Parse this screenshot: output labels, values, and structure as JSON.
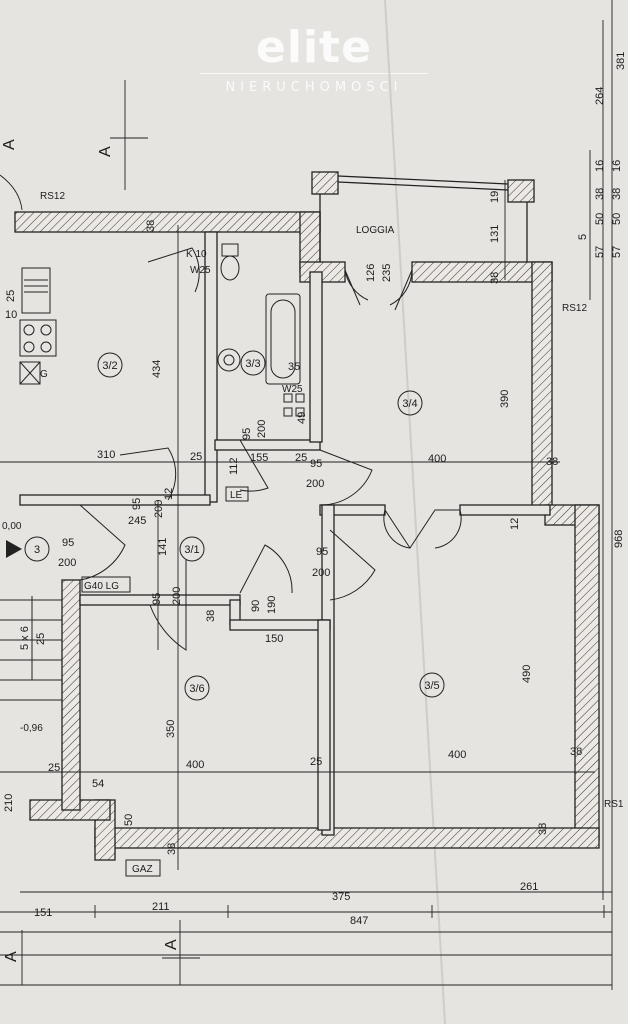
{
  "watermark": {
    "brand": "elite",
    "sub": "NIERUCHOMOSCI"
  },
  "rooms": {
    "r32": "3/2",
    "r33": "3/3",
    "r34": "3/4",
    "r31": "3/1",
    "r36": "3/6",
    "r35": "3/5",
    "r3": "3"
  },
  "labels": {
    "loggia": "LOGGIA",
    "rs12": "RS12",
    "rs1": "RS1",
    "k10": "K 10",
    "w25": "W25",
    "w25b": "W25",
    "le": "LE",
    "g40lg": "G40 LG",
    "gaz": "GAZ",
    "g": "G",
    "a": "A",
    "a2": "A",
    "a3": "A",
    "a4": "A",
    "val000": "0,00",
    "valm096": "-0,96"
  },
  "dims": {
    "d38a": "38",
    "d434": "434",
    "d310": "310",
    "d25a": "25",
    "d95a": "95",
    "d200a": "200",
    "d112": "112",
    "d245": "245",
    "d200b": "200",
    "d95b": "95",
    "d155": "155",
    "d25b": "25",
    "d95c": "95",
    "d200c": "200",
    "d49": "49",
    "d35": "35",
    "d126": "126",
    "d235": "235",
    "d38b": "38",
    "d131": "131",
    "d19": "19",
    "d390": "390",
    "d400a": "400",
    "d38c": "38",
    "d12": "12",
    "d95d": "95",
    "d200d": "200",
    "d141": "141",
    "d95e": "95",
    "d200e": "200",
    "d95f": "95",
    "d200f": "200",
    "d38d": "38",
    "d90": "90",
    "d190": "190",
    "d150": "150",
    "d350": "350",
    "d400b": "400",
    "d25c": "25",
    "d25d": "25",
    "d54": "54",
    "d50": "50",
    "d490": "490",
    "d400c": "400",
    "d38e": "38",
    "d38f": "38",
    "d38g": "38",
    "d151": "151",
    "d211": "211",
    "d375": "375",
    "d261": "261",
    "d847": "847",
    "d381": "381",
    "d264": "264",
    "d16a": "16",
    "d38h": "38",
    "d50b": "50",
    "d57a": "57",
    "d16b": "16",
    "d38i": "38",
    "d50c": "50",
    "d57b": "57",
    "d5": "5",
    "d968": "968",
    "d25e": "25",
    "d10": "10",
    "d25f": "25",
    "d5x6": "5 x 6",
    "d210": "210",
    "d12b": "12"
  },
  "colors": {
    "paper": "#e6e4e1",
    "wall": "#222222"
  }
}
